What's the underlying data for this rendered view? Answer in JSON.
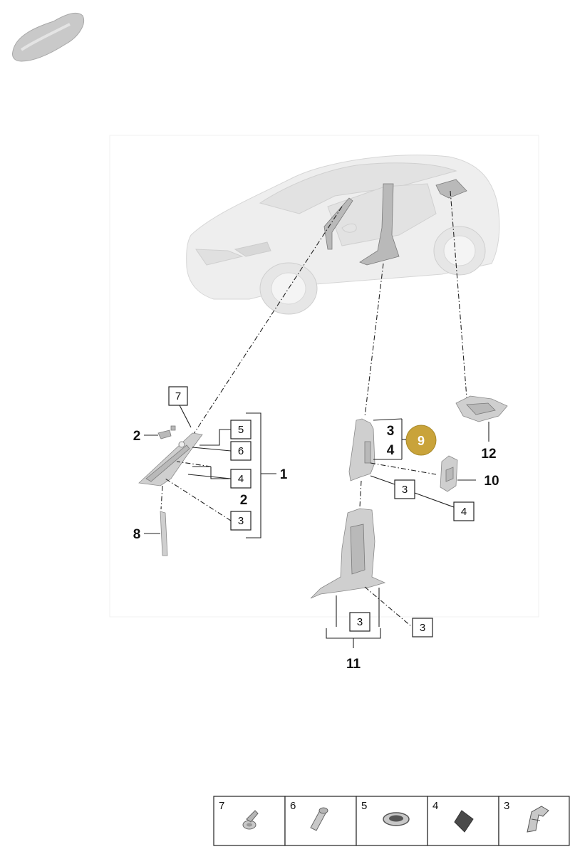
{
  "callouts": {
    "c1": "1",
    "c2_left": "2",
    "c2_bracket": "2",
    "c3_bracket": "3",
    "c4_bracket": "4",
    "c8": "8",
    "c9": "9",
    "c10": "10",
    "c11": "11",
    "c12": "12"
  },
  "boxed": {
    "b7": "7",
    "b5": "5",
    "b6": "6",
    "b4_left": "4",
    "b3_left": "3",
    "b3_mid": "3",
    "b4_mid": "4",
    "b3_bottom": "3",
    "b3_right": "3"
  },
  "legend": [
    {
      "number": "7",
      "icon": "screw-icon"
    },
    {
      "number": "6",
      "icon": "pin-clip-icon"
    },
    {
      "number": "5",
      "icon": "grommet-icon"
    },
    {
      "number": "4",
      "icon": "square-pad-icon"
    },
    {
      "number": "3",
      "icon": "retaining-clip-icon"
    }
  ],
  "colors": {
    "highlight_badge": "#c9a33a",
    "line": "#222222",
    "part": "#cfcfcf"
  }
}
